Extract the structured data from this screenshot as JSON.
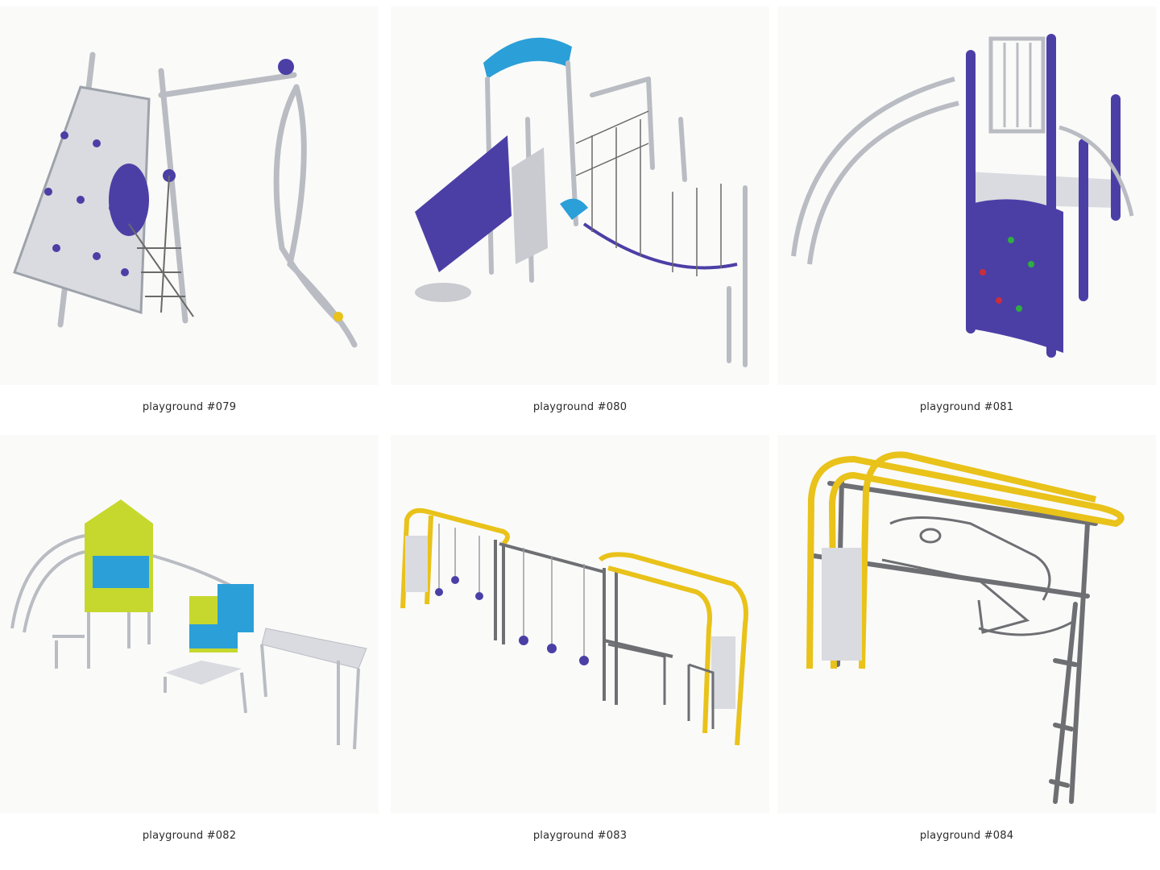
{
  "products": [
    {
      "label": "playground #079",
      "image": "playground-079-climbing-frame-with-swing"
    },
    {
      "label": "playground #080",
      "image": "playground-080-tower-with-roof-and-net-bridge"
    },
    {
      "label": "playground #081",
      "image": "playground-081-tower-with-climbing-wall-and-arched-ladder"
    },
    {
      "label": "playground #082",
      "image": "playground-082-multi-tower-play-structure"
    },
    {
      "label": "playground #083",
      "image": "playground-083-swing-and-ring-bar-frame"
    },
    {
      "label": "playground #084",
      "image": "playground-084-monkey-bar-frame"
    }
  ],
  "colors": {
    "steel": "#c9cbd0",
    "purple": "#4b3fa6",
    "blue": "#2b9fd8",
    "lime": "#c6d82e",
    "yellow": "#e9c21a",
    "dark_steel": "#6e6f73"
  }
}
